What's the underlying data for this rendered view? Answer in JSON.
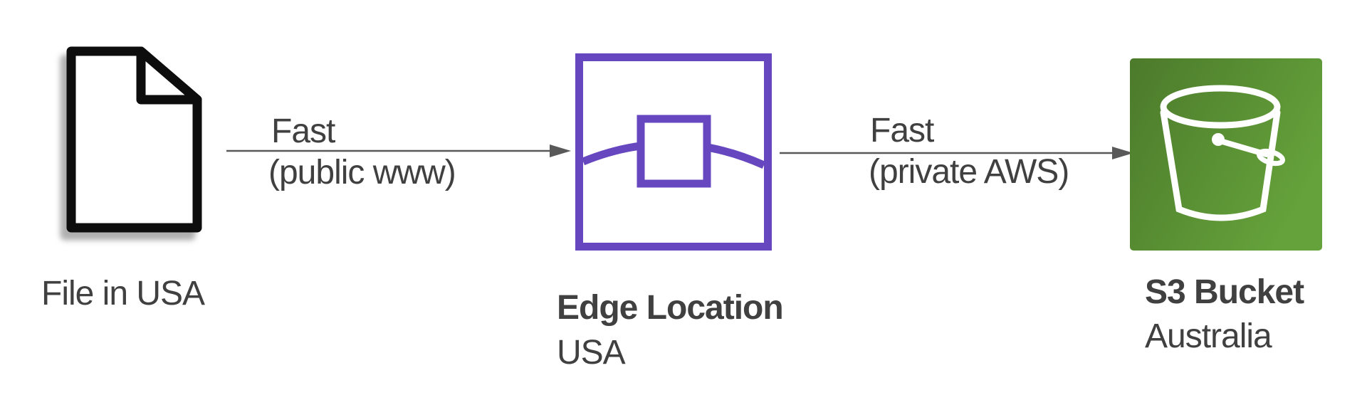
{
  "colors": {
    "text": "#404040",
    "arrow": "#595959",
    "edge_purple": "#6647c0",
    "s3_green_dark": "#4c7a2b",
    "s3_green_light": "#65a23b",
    "icon_black": "#0d0d0d"
  },
  "nodes": {
    "file": {
      "label": "File in USA"
    },
    "edge_location": {
      "title": "Edge Location",
      "subtitle": "USA"
    },
    "s3": {
      "title": "S3 Bucket",
      "subtitle": "Australia"
    }
  },
  "connectors": {
    "file_to_edge": {
      "line1": "Fast",
      "line2": "(public www)"
    },
    "edge_to_s3": {
      "line1": "Fast",
      "line2": "(private AWS)"
    }
  }
}
